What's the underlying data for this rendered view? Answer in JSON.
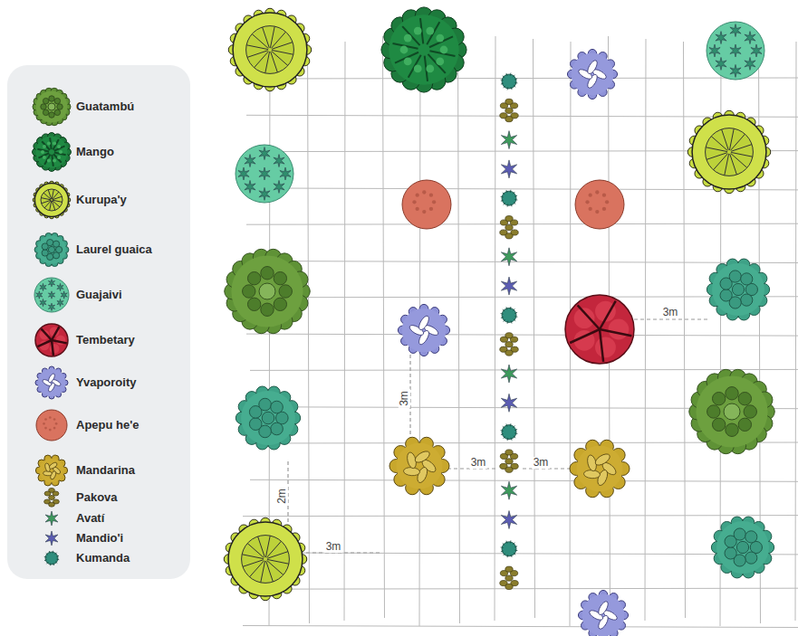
{
  "diagram": {
    "labels": [
      "3m",
      "3m",
      "3m",
      "3m",
      "2m",
      "3m"
    ],
    "legend": [
      {
        "text": "Guatambú"
      },
      {
        "text": "Mango"
      },
      {
        "text": "Kurupa'y"
      },
      {
        "text": "Laurel guaica"
      },
      {
        "text": "Guajaivi"
      },
      {
        "text": "Tembetary"
      },
      {
        "text": "Yvaporoity"
      },
      {
        "text": "Apepu he'e"
      },
      {
        "text": "Mandarina"
      },
      {
        "text": "Pakova"
      },
      {
        "text": "Avatí"
      },
      {
        "text": "Mandio'i"
      },
      {
        "text": "Kumanda"
      }
    ]
  }
}
